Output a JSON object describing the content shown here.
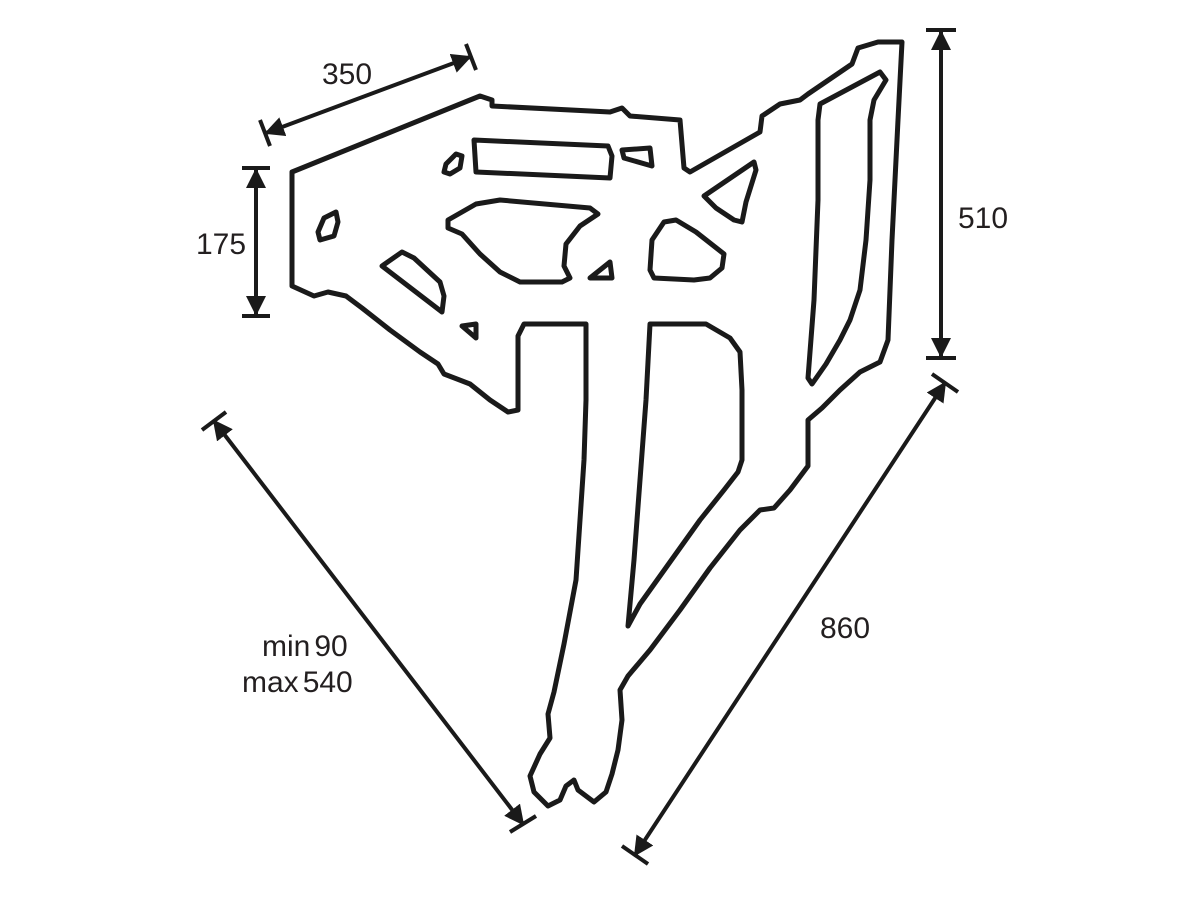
{
  "dimensions": {
    "width": "350",
    "depth": "175",
    "height": "510",
    "length": "860",
    "range_min_label": "min",
    "range_min_value": "90",
    "range_max_label": "max",
    "range_max_value": "540"
  },
  "colors": {
    "line": "#1a1a1a",
    "text": "#231f20",
    "background": "#ffffff"
  }
}
